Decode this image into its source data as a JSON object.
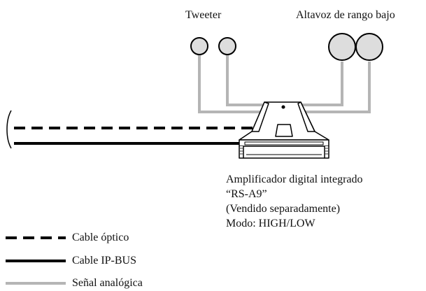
{
  "labels": {
    "tweeter": "Tweeter",
    "woofer": "Altavoz de rango bajo"
  },
  "amplifier": {
    "line1": "Amplificador digital integrado",
    "line2": "“RS-A9”",
    "line3": "(Vendido separadamente)",
    "line4": "Modo: HIGH/LOW"
  },
  "legend": {
    "optical": "Cable óptico",
    "ipbus": "Cable IP-BUS",
    "analog": "Señal analógica"
  },
  "colors": {
    "line": "#000000",
    "analog": "#b5b5b5",
    "speaker_fill": "#dddddd"
  }
}
